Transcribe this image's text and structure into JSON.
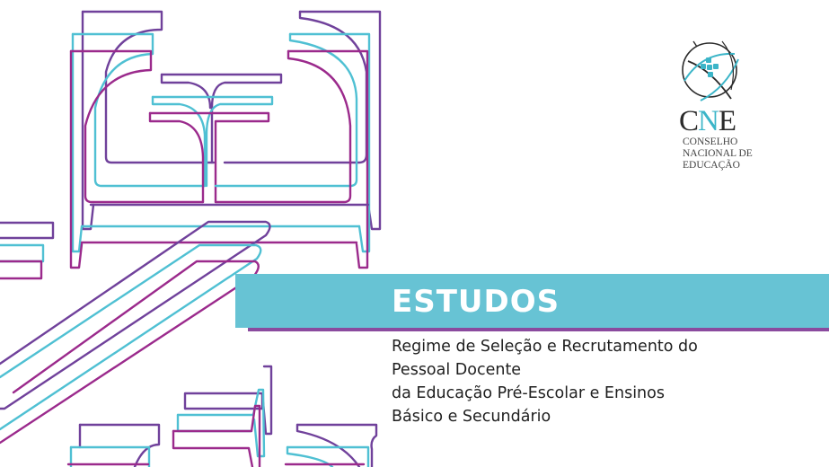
{
  "colors": {
    "purple": "#70419b",
    "cyan": "#4fc0d3",
    "magenta": "#9b2a8c",
    "banner": "#67c3d4",
    "banner_underline": "#8a4a9e"
  },
  "logo": {
    "acronym_c": "C",
    "acronym_n": "N",
    "acronym_e": "E",
    "line1": "CONSELHO",
    "line2": "NACIONAL DE",
    "line3": "EDUCAÇÃO",
    "icon": "globe-cross-icon"
  },
  "banner": {
    "title": "ESTUDOS"
  },
  "subtitle": {
    "lines": [
      "Regime de Seleção e Recrutamento do",
      "Pessoal Docente",
      "da Educação Pré-Escolar e Ensinos",
      "Básico e Secundário"
    ]
  },
  "illustration": {
    "description": "line-art school desks and chairs in purple, cyan and magenta"
  }
}
